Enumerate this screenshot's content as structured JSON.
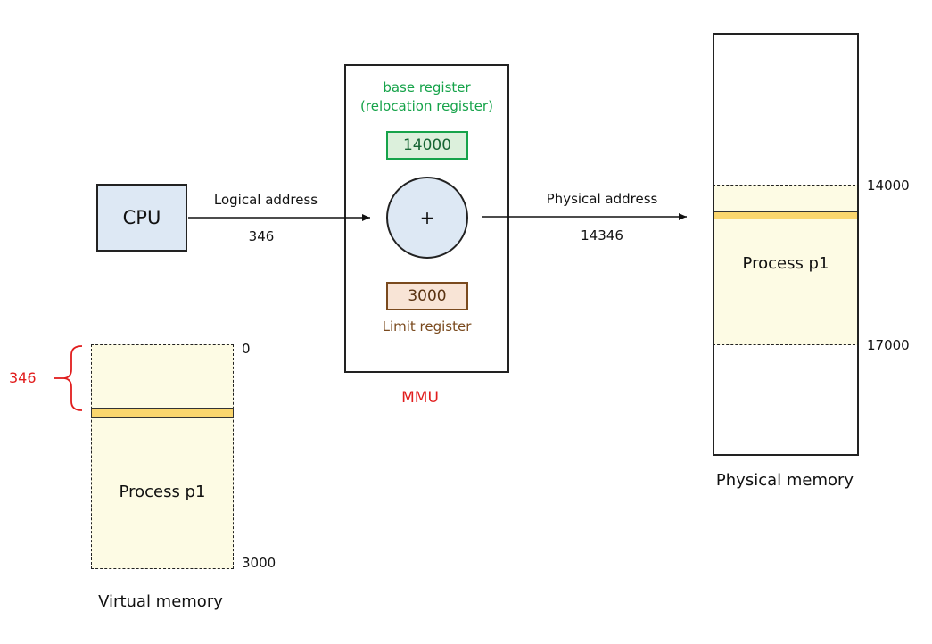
{
  "cpu": {
    "label": "CPU"
  },
  "mmu": {
    "label": "MMU",
    "base_register": {
      "label_line1": "base register",
      "label_line2": "(relocation register)",
      "value": "14000"
    },
    "adder": {
      "symbol": "+"
    },
    "limit_register": {
      "label": "Limit register",
      "value": "3000"
    }
  },
  "logical_address": {
    "label": "Logical address",
    "value": "346"
  },
  "physical_address": {
    "label": "Physical address",
    "value": "14346"
  },
  "physical_memory": {
    "label": "Physical memory",
    "process_label": "Process p1",
    "start_address": "14000",
    "end_address": "17000"
  },
  "virtual_memory": {
    "label": "Virtual memory",
    "process_label": "Process p1",
    "start_address": "0",
    "end_address": "3000",
    "offset_label": "346"
  },
  "colors": {
    "base_register": "#16a34a",
    "limit_register": "#7a4a1e",
    "mmu_label": "#e11d1d",
    "highlight_band": "#fad66e",
    "process_fill": "#fdfbe4",
    "cpu_fill": "#dde8f4"
  }
}
